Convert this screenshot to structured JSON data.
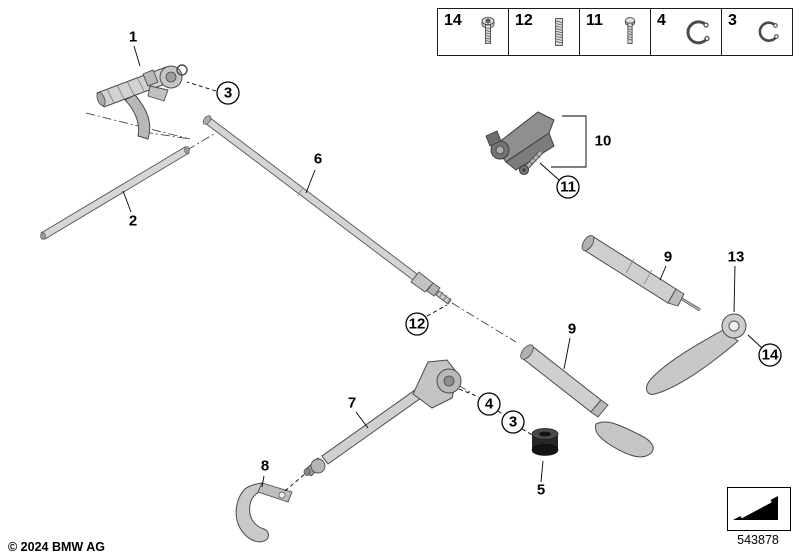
{
  "page": {
    "copyright": "© 2024 BMW AG",
    "diagram_number": "543878",
    "background_color": "#ffffff",
    "line_color": "#000000",
    "part_fill_color": "#d2d2d2",
    "dark_part_color": "#262626"
  },
  "legend": {
    "items": [
      {
        "number": "14",
        "icon": "torx-screw-icon"
      },
      {
        "number": "12",
        "icon": "threaded-stud-icon"
      },
      {
        "number": "11",
        "icon": "screw-icon"
      },
      {
        "number": "4",
        "icon": "snap-ring-icon"
      },
      {
        "number": "3",
        "icon": "snap-ring-icon"
      }
    ]
  },
  "callouts": [
    {
      "label": "1",
      "circled": false
    },
    {
      "label": "2",
      "circled": false
    },
    {
      "label": "3",
      "circled": true
    },
    {
      "label": "6",
      "circled": false
    },
    {
      "label": "10",
      "circled": false
    },
    {
      "label": "11",
      "circled": true
    },
    {
      "label": "12",
      "circled": true
    },
    {
      "label": "9",
      "circled": false
    },
    {
      "label": "13",
      "circled": false
    },
    {
      "label": "9",
      "circled": false
    },
    {
      "label": "14",
      "circled": true
    },
    {
      "label": "7",
      "circled": false
    },
    {
      "label": "4",
      "circled": true
    },
    {
      "label": "3",
      "circled": true
    },
    {
      "label": "5",
      "circled": false
    },
    {
      "label": "8",
      "circled": false
    }
  ]
}
